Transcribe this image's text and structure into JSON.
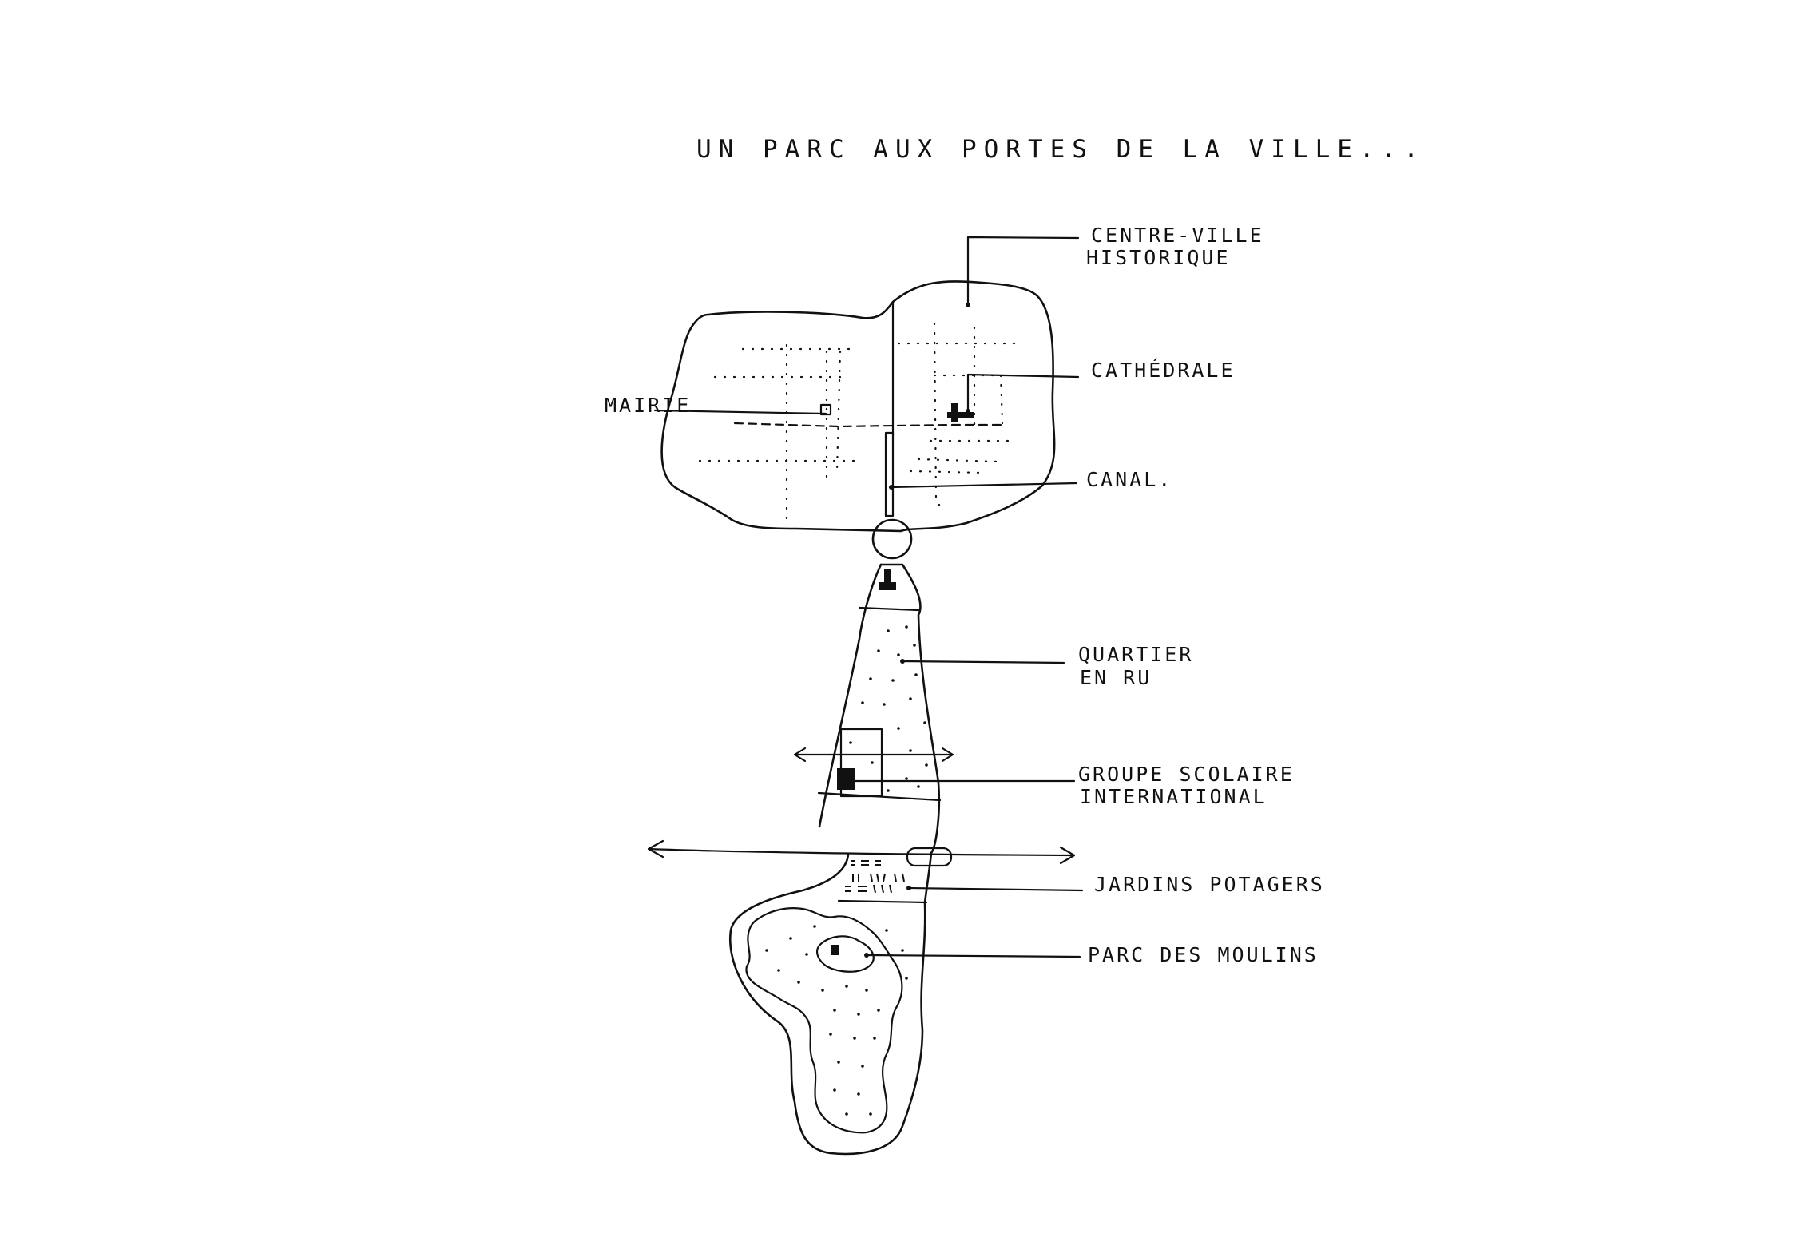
{
  "title": "UN PARC AUX PORTES DE LA VILLE...",
  "labels": {
    "centre_ville_line1": "CENTRE-VILLE",
    "centre_ville_line2": "HISTORIQUE",
    "cathedrale": "CATHÉDRALE",
    "mairie": "MAIRIE",
    "canal": "CANAL.",
    "quartier_line1": "QUARTIER",
    "quartier_line2": "EN RU",
    "groupe_line1": "GROUPE SCOLAIRE",
    "groupe_line2": "INTERNATIONAL",
    "jardins": "JARDINS POTAGERS",
    "parc": "PARC DES MOULINS"
  },
  "colors": {
    "ink": "#111111",
    "background": "#ffffff"
  }
}
